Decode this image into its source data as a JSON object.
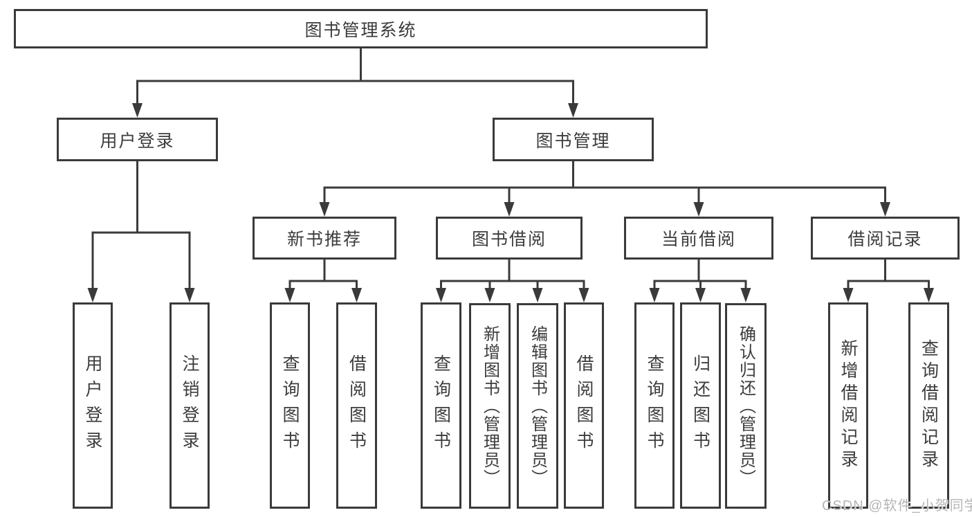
{
  "diagram": {
    "root": {
      "label": "图书管理系统"
    },
    "level2": [
      {
        "label": "用户登录"
      },
      {
        "label": "图书管理"
      }
    ],
    "level3": [
      {
        "label": "新书推荐"
      },
      {
        "label": "图书借阅"
      },
      {
        "label": "当前借阅"
      },
      {
        "label": "借阅记录"
      }
    ],
    "leaves": {
      "user_login": [
        "用户登录",
        "注销登录"
      ],
      "new_book": [
        "查询图书",
        "借阅图书"
      ],
      "book_borrow": [
        "查询图书",
        "新增图书（管理员）",
        "编辑图书（管理员）",
        "借阅图书"
      ],
      "current_borrow": [
        "查询图书",
        "归还图书",
        "确认归还（管理员）"
      ],
      "borrow_record": [
        "新增借阅记录",
        "查询借阅记录"
      ]
    }
  },
  "watermark": {
    "text": "CSDN @软件_小贺同学"
  },
  "colors": {
    "line": "#3a3a3a",
    "box_border": "#3a3a3a",
    "box_bg": "#ffffff",
    "text": "#3c3c3c",
    "watermark": "#b5b5b5",
    "background": "#ffffff"
  }
}
